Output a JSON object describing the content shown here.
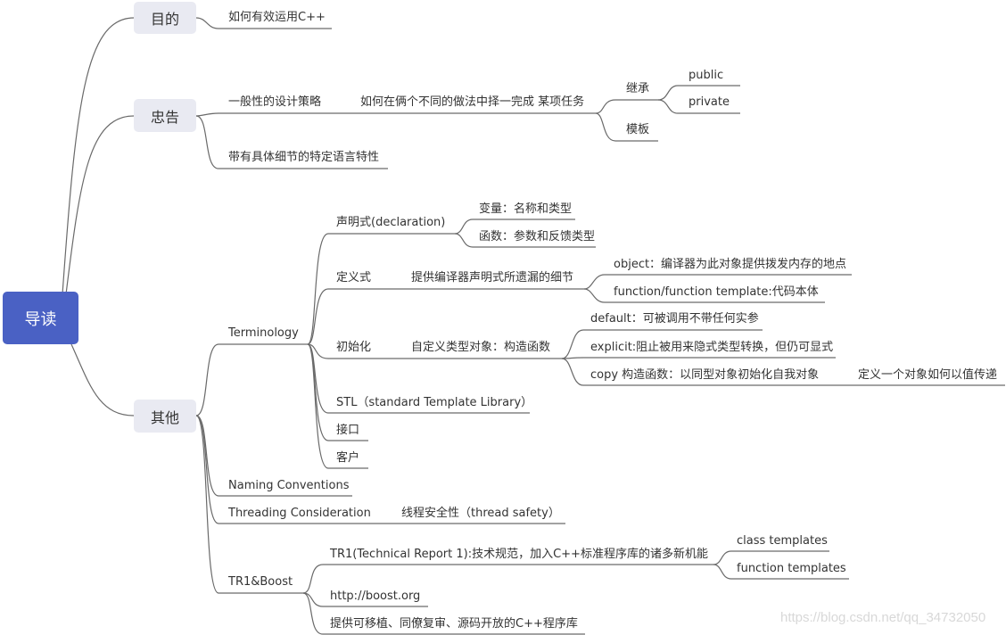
{
  "root": "导读",
  "branches": {
    "purpose": {
      "label": "目的",
      "items": [
        "如何有效运用C++"
      ]
    },
    "advice": {
      "label": "忠告",
      "general": "一般性的设计策略",
      "choose": "如何在俩个不同的做法中择一完成 某项任务",
      "inherit": "继承",
      "public": "public",
      "private": "private",
      "template": "模板",
      "specific": "带有具体细节的特定语言特性"
    },
    "other": {
      "label": "其他",
      "terminology": "Terminology",
      "declaration": "声明式(declaration)",
      "decl_var": "变量：名称和类型",
      "decl_func": "函数：参数和反馈类型",
      "definition": "定义式",
      "def_desc": "提供编译器声明式所遗漏的细节",
      "def_object": "object：编译器为此对象提供拨发内存的地点",
      "def_function": "function/function template:代码本体",
      "init": "初始化",
      "init_desc": "自定义类型对象：构造函数",
      "init_default": "default：可被调用不带任何实参",
      "init_explicit": "explicit:阻止被用来隐式类型转换，但仍可显式",
      "init_copy": "copy 构造函数：以同型对象初始化自我对象",
      "init_copy_desc": "定义一个对象如何以值传递",
      "stl": "STL（standard Template Library）",
      "interface": "接口",
      "client": "客户",
      "naming": "Naming Conventions",
      "threading": "Threading Consideration",
      "thread_safety": "线程安全性（thread safety）",
      "tr1boost": "TR1&Boost",
      "tr1": "TR1(Technical Report 1):技术规范，加入C++标准程序库的诸多新机能",
      "class_templates": "class templates",
      "function_templates": "function templates",
      "boost_url": "http://boost.org",
      "boost_desc": "提供可移植、同僚复审、源码开放的C++程序库"
    }
  },
  "watermark": "https://blog.csdn.net/qq_34732050",
  "colors": {
    "root": "#4a61c4",
    "box": "#e9eaf2",
    "line": "#666666"
  }
}
